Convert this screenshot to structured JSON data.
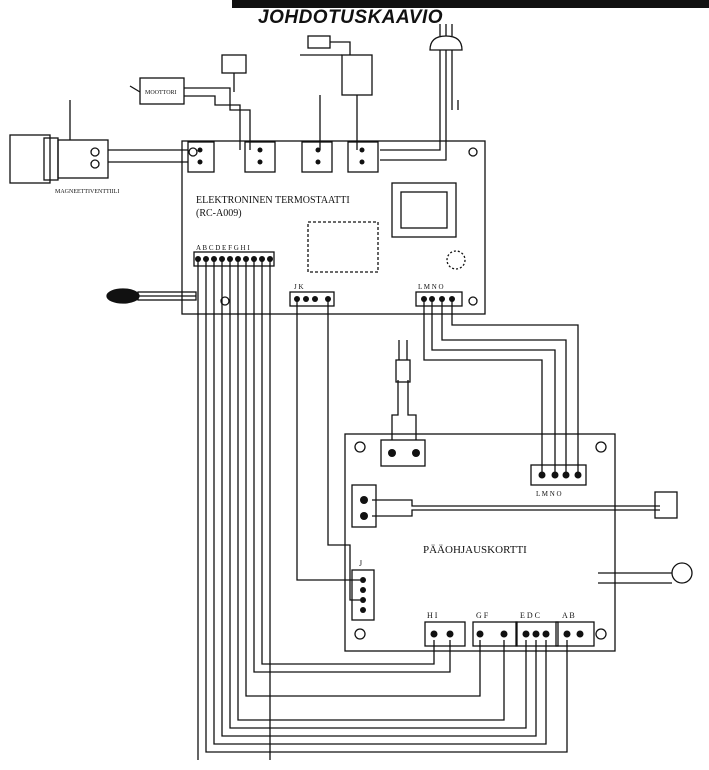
{
  "title": "JOHDOTUSKAAVIO",
  "boards": {
    "thermostat_label_line1": "ELEKTRONINEN TERMOSTAATTI",
    "thermostat_label_line2": "(RC-A009)",
    "main_label": "PÄÄOHJAUSKORTTI"
  },
  "components": {
    "magnetic_valve": "MAGNEETTIVENTTIILI",
    "motor": "MOOTTORI"
  },
  "connector_letters": {
    "thermostat_top": "A B C D E F G H I",
    "thermostat_jk": "J   K",
    "thermostat_lmno": "L M N O",
    "main_lmno": "L M N O",
    "main_j": "J",
    "main_hi": "H   I",
    "main_gf": "G   F",
    "main_edc": "E D C",
    "main_ab": "A   B"
  }
}
